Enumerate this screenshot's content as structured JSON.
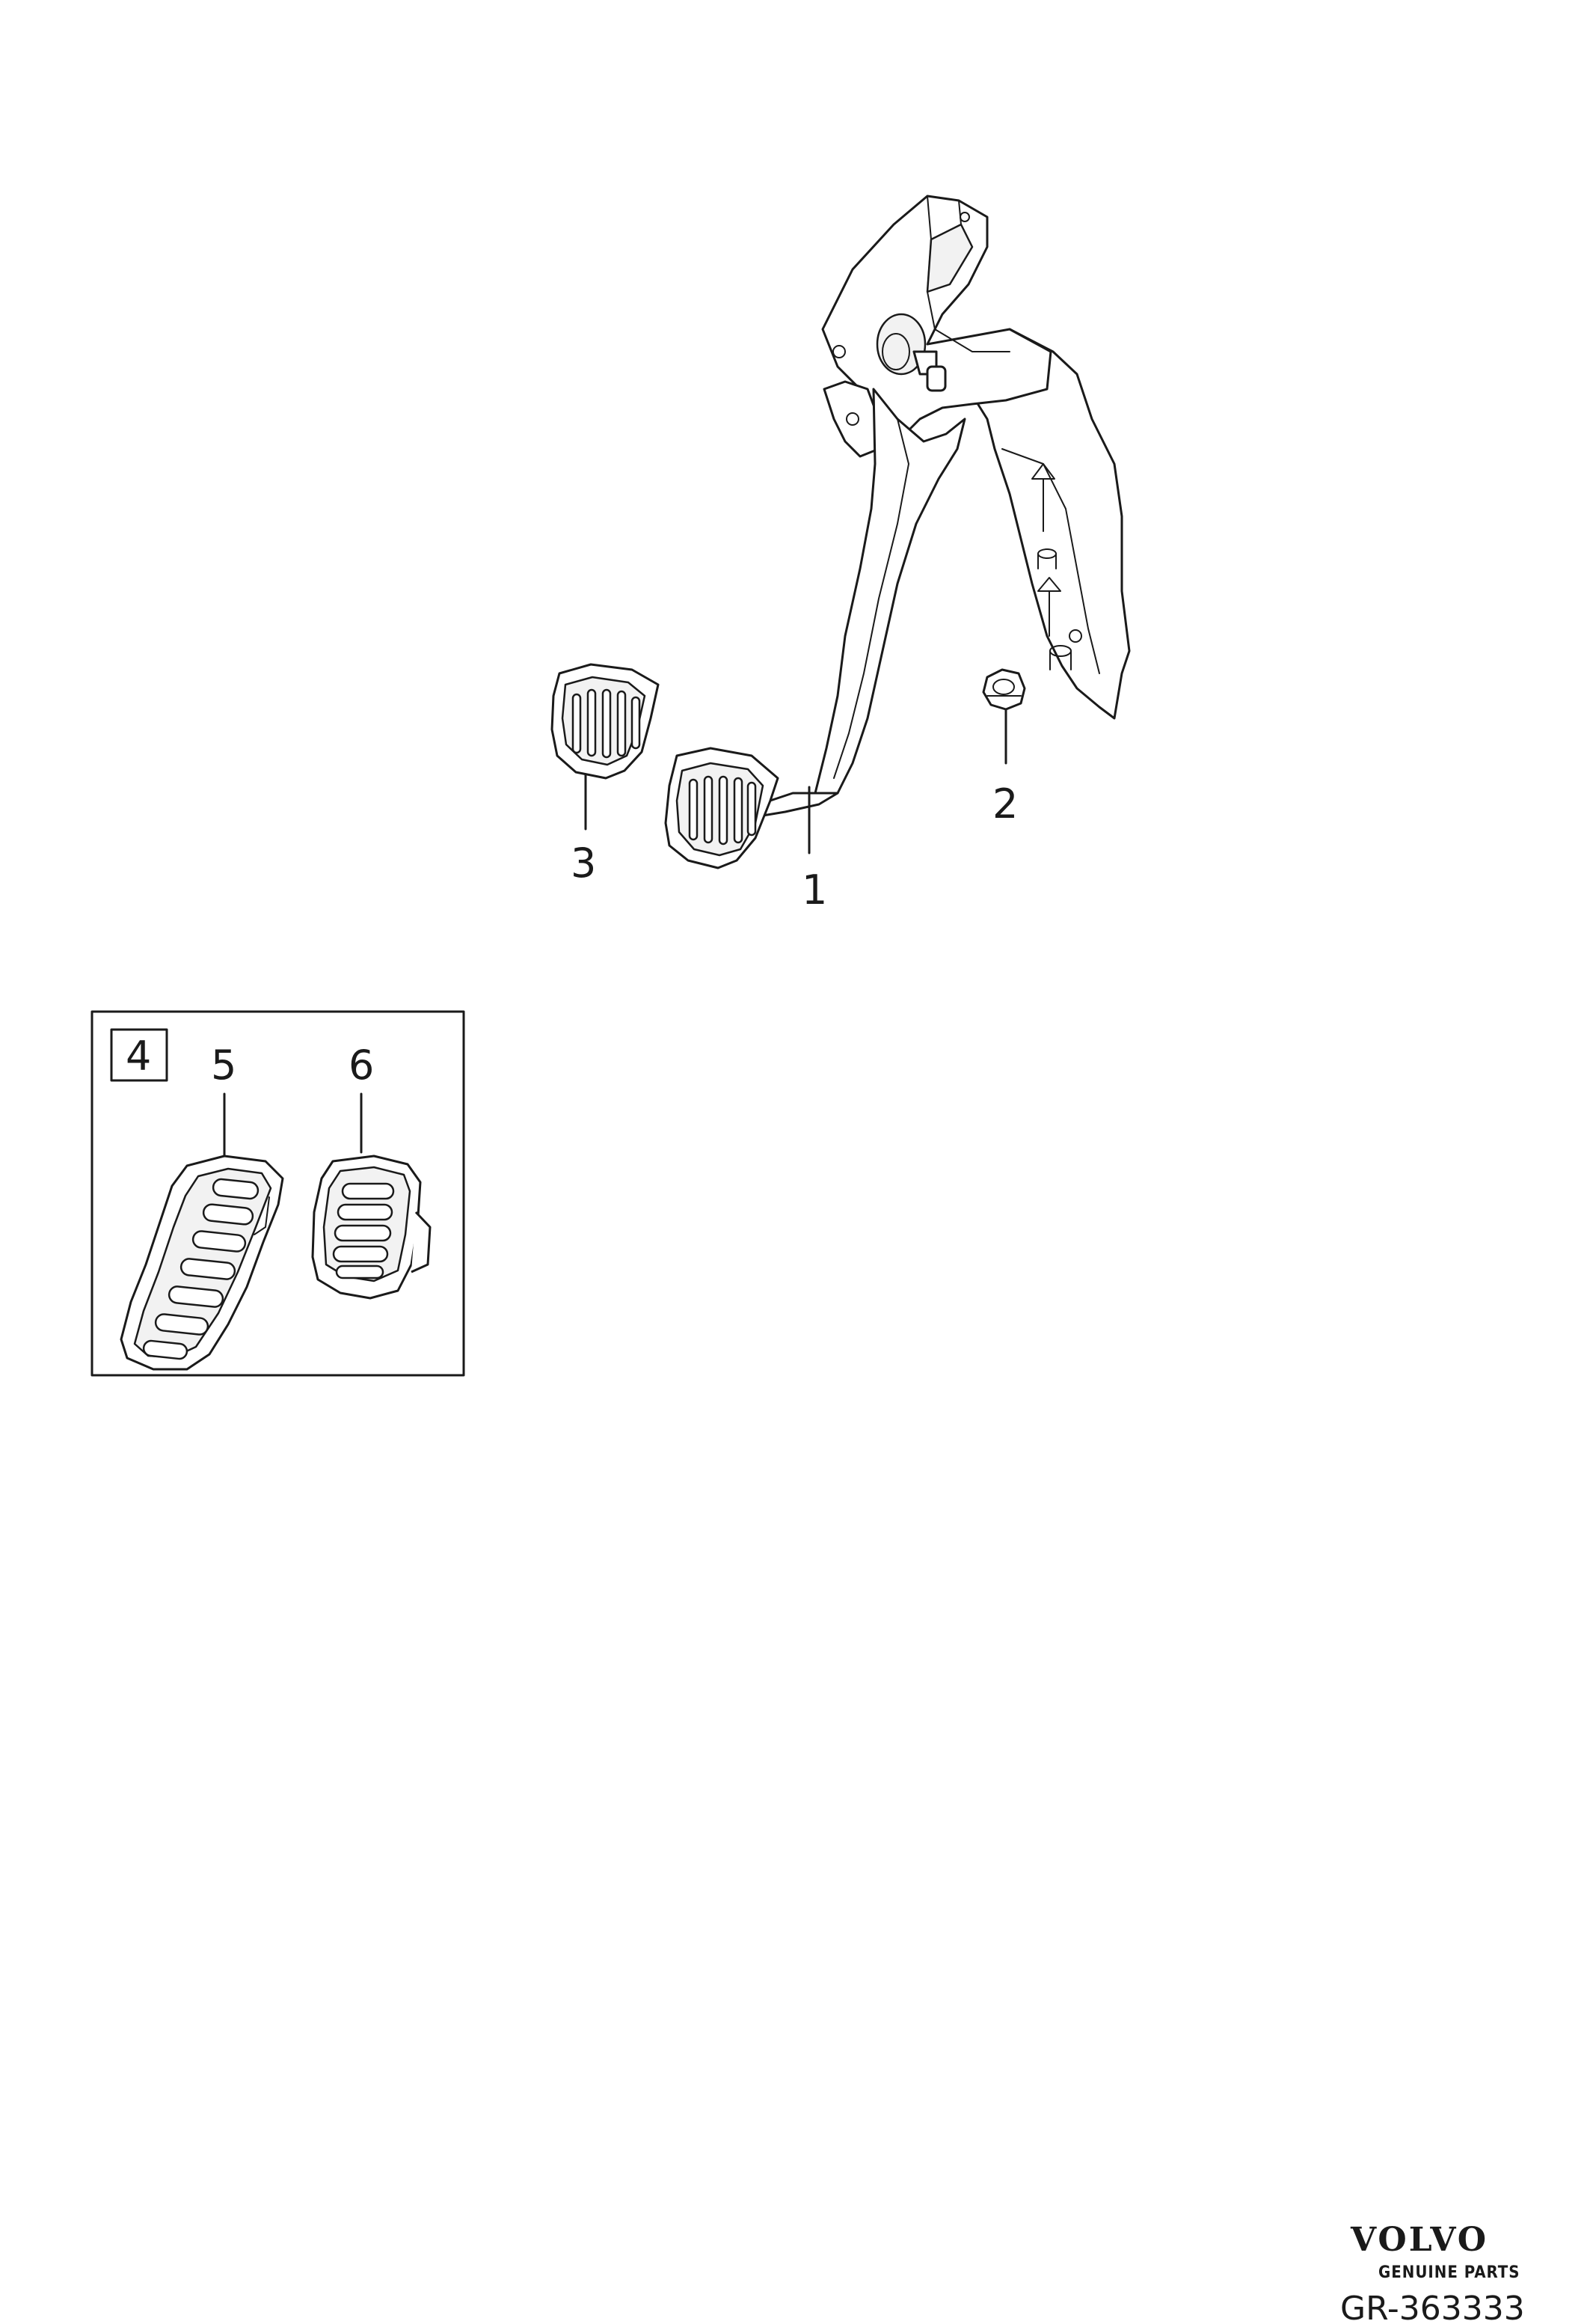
{
  "callouts": [
    {
      "id": "1",
      "label": "1"
    },
    {
      "id": "2",
      "label": "2"
    },
    {
      "id": "3",
      "label": "3"
    },
    {
      "id": "4",
      "label": "4"
    },
    {
      "id": "5",
      "label": "5"
    },
    {
      "id": "6",
      "label": "6"
    }
  ],
  "branding": {
    "logo_text": "VOLVO",
    "tagline": "GENUINE PARTS",
    "reference_code": "GR-363333"
  },
  "colors": {
    "ink": "#1a1a1a",
    "background": "#ffffff"
  }
}
